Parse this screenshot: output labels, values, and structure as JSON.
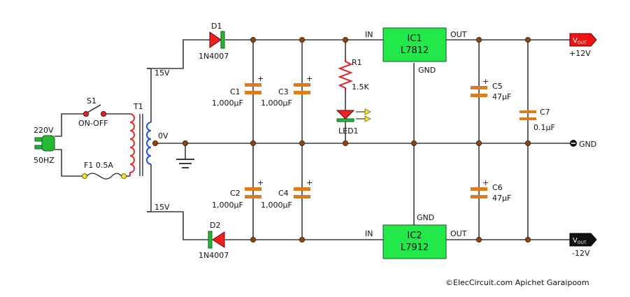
{
  "power": {
    "voltage": "220V",
    "freq": "50HZ",
    "switch_name": "S1",
    "switch_label": "ON-OFF",
    "fuse_label": "F1 0.5A"
  },
  "transformer": {
    "name": "T1",
    "top_tap": "15V",
    "center_tap": "0V",
    "bottom_tap": "15V"
  },
  "diodes": {
    "d1_name": "D1",
    "d1_part": "1N4007",
    "d2_name": "D2",
    "d2_part": "1N4007"
  },
  "capacitors": {
    "c1_name": "C1",
    "c1_value": "1,000µF",
    "c2_name": "C2",
    "c2_value": "1,000µF",
    "c3_name": "C3",
    "c3_value": "1,000µF",
    "c4_name": "C4",
    "c4_value": "1,000µF",
    "c5_name": "C5",
    "c5_value": "47µF",
    "c6_name": "C6",
    "c6_value": "47µF",
    "c7_name": "C7",
    "c7_value": "0.1µF",
    "plus": "+"
  },
  "resistor": {
    "name": "R1",
    "value": "1.5K"
  },
  "led": {
    "name": "LED1"
  },
  "ic1": {
    "name": "IC1",
    "part": "L7812",
    "in": "IN",
    "out": "OUT",
    "gnd": "GND"
  },
  "ic2": {
    "name": "IC2",
    "part": "L7912",
    "in": "IN",
    "out": "OUT",
    "gnd": "GND"
  },
  "outputs": {
    "vout": "V",
    "vout_sub": "OUT",
    "pos_value": "+12V",
    "neg_value": "-12V",
    "gnd": "GND"
  },
  "credit": "©ElecCircuit.com Apichet Garaipoom",
  "colors": {
    "ic_fill": "#22e84a",
    "diode_red": "#ee2222",
    "coil_red": "#dd3333",
    "coil_blue": "#2255dd",
    "cap_orange": "#e07a1a",
    "vout_pos": "#ee1111",
    "vout_neg": "#111111",
    "plug_green": "#22bb33"
  }
}
